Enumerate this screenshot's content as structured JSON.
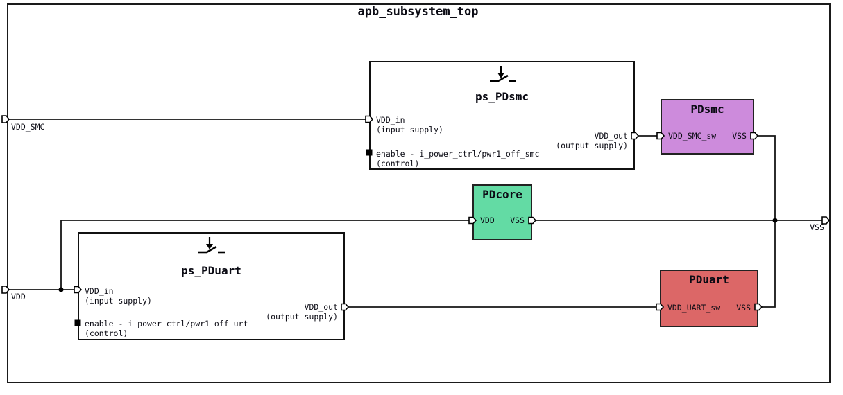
{
  "title": "apb_subsystem_top",
  "ports": {
    "vdd_smc": {
      "label": "VDD_SMC"
    },
    "vdd": {
      "label": "VDD"
    },
    "vss": {
      "label": "VSS"
    }
  },
  "switches": {
    "smc": {
      "title": "ps_PDsmc",
      "vdd_in_label": "VDD_in",
      "vdd_in_type": "(input supply)",
      "enable_label": "enable - i_power_ctrl/pwr1_off_smc",
      "enable_type": "(control)",
      "vdd_out_label": "VDD_out",
      "vdd_out_type": "(output supply)"
    },
    "uart": {
      "title": "ps_PDuart",
      "vdd_in_label": "VDD_in",
      "vdd_in_type": "(input supply)",
      "enable_label": "enable - i_power_ctrl/pwr1_off_urt",
      "enable_type": "(control)",
      "vdd_out_label": "VDD_out",
      "vdd_out_type": "(output supply)"
    }
  },
  "domains": {
    "pdsmc": {
      "title": "PDsmc",
      "left_pin": "VDD_SMC_sw",
      "right_pin": "VSS",
      "fill": "#cd8bdc"
    },
    "pdcore": {
      "title": "PDcore",
      "left_pin": "VDD",
      "right_pin": "VSS",
      "fill": "#63dba4"
    },
    "pduart": {
      "title": "PDuart",
      "left_pin": "VDD_UART_sw",
      "right_pin": "VSS",
      "fill": "#dc6767"
    }
  },
  "colors": {
    "wire": "#161616",
    "frame_border": "#1a1a1a"
  },
  "icons": {
    "switch": "power-switch-icon",
    "pin": "pentagon-pin",
    "junction": "junction-dot"
  }
}
